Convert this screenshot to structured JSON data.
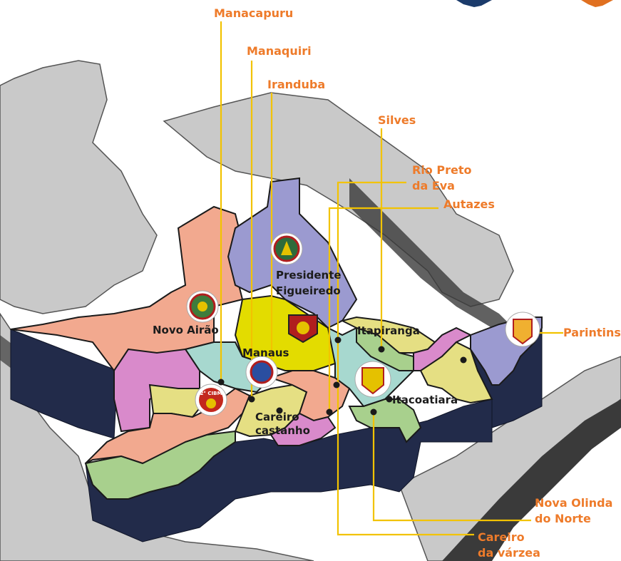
{
  "map": {
    "places": [
      {
        "id": "manacapuru",
        "label": "Manacapuru"
      },
      {
        "id": "manaquiri",
        "label": "Manaquiri"
      },
      {
        "id": "iranduba",
        "label": "Iranduba"
      },
      {
        "id": "silves",
        "label": "Silves"
      },
      {
        "id": "rio-preto-1",
        "label": "Rio Preto"
      },
      {
        "id": "rio-preto-2",
        "label": "da Eva"
      },
      {
        "id": "autazes",
        "label": "Autazes"
      },
      {
        "id": "parintins",
        "label": "Parintins"
      },
      {
        "id": "nova-olinda-1",
        "label": "Nova Olinda"
      },
      {
        "id": "nova-olinda-2",
        "label": "do Norte"
      },
      {
        "id": "careiro-varzea-1",
        "label": "Careiro"
      },
      {
        "id": "careiro-varzea-2",
        "label": "da várzea"
      }
    ],
    "map_labels": {
      "presidente_1": "Presidente",
      "presidente_2": "Figueiredo",
      "novo_airao": "Novo Airão",
      "manaus": "Manaus",
      "itapiranga": "Itapiranga",
      "careiro_1": "Careiro",
      "careiro_2": "castanho",
      "itacoatiara": "Itacoatiara"
    },
    "badge_text": "2° CIBM",
    "colors": {
      "label_orange": "#ee7b2a",
      "leader_yellow": "#f2c300",
      "salmon": "#f2a98f",
      "lavender": "#9b9ad0",
      "yellow": "#e3dc00",
      "teal": "#a7d8cf",
      "green": "#a8d08d",
      "pink": "#d98acb",
      "khaki": "#e5df83",
      "side_navy": "#222b4a"
    }
  }
}
